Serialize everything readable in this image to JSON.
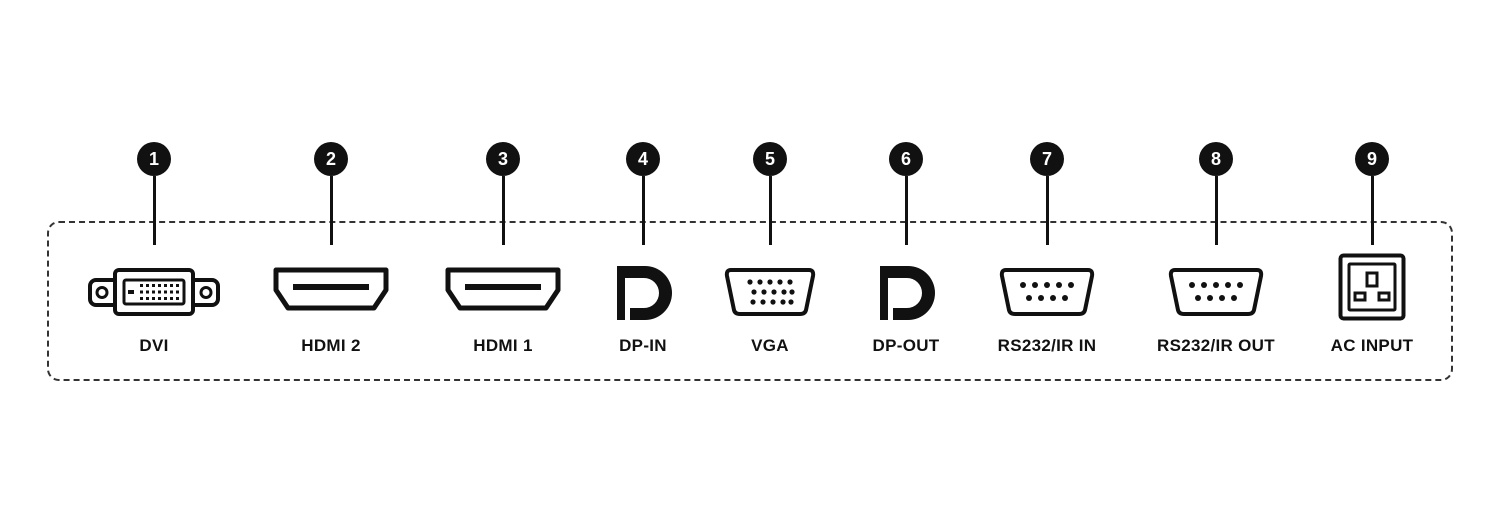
{
  "ports": [
    {
      "number": "1",
      "label": "DVI",
      "icon": "dvi-icon"
    },
    {
      "number": "2",
      "label": "HDMI 2",
      "icon": "hdmi-icon"
    },
    {
      "number": "3",
      "label": "HDMI 1",
      "icon": "hdmi-icon"
    },
    {
      "number": "4",
      "label": "DP-IN",
      "icon": "displayport-icon"
    },
    {
      "number": "5",
      "label": "VGA",
      "icon": "vga-icon"
    },
    {
      "number": "6",
      "label": "DP-OUT",
      "icon": "displayport-icon"
    },
    {
      "number": "7",
      "label": "RS232/IR IN",
      "icon": "serial-port-icon"
    },
    {
      "number": "8",
      "label": "RS232/IR OUT",
      "icon": "serial-port-icon"
    },
    {
      "number": "9",
      "label": "AC INPUT",
      "icon": "power-socket-icon"
    }
  ],
  "colors": {
    "ink": "#111111",
    "background": "#ffffff"
  }
}
